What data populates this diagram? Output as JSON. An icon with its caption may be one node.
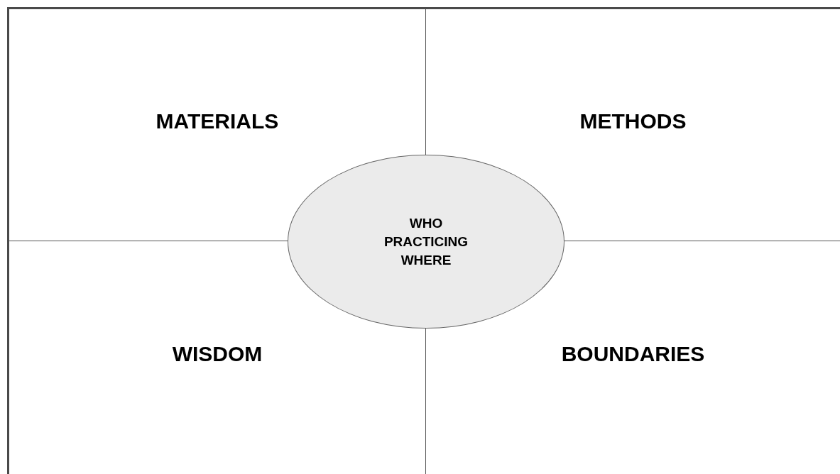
{
  "diagram": {
    "nodes": [
      {
        "text": [
          "MATERIALS"
        ]
      },
      {
        "text": [
          "METHODS"
        ]
      },
      {
        "text": [
          "WISDOM"
        ]
      },
      {
        "text": [
          "BOUNDARIES"
        ]
      },
      {
        "text": [
          "WHO PRACTICING WHERE"
        ]
      }
    ]
  }
}
